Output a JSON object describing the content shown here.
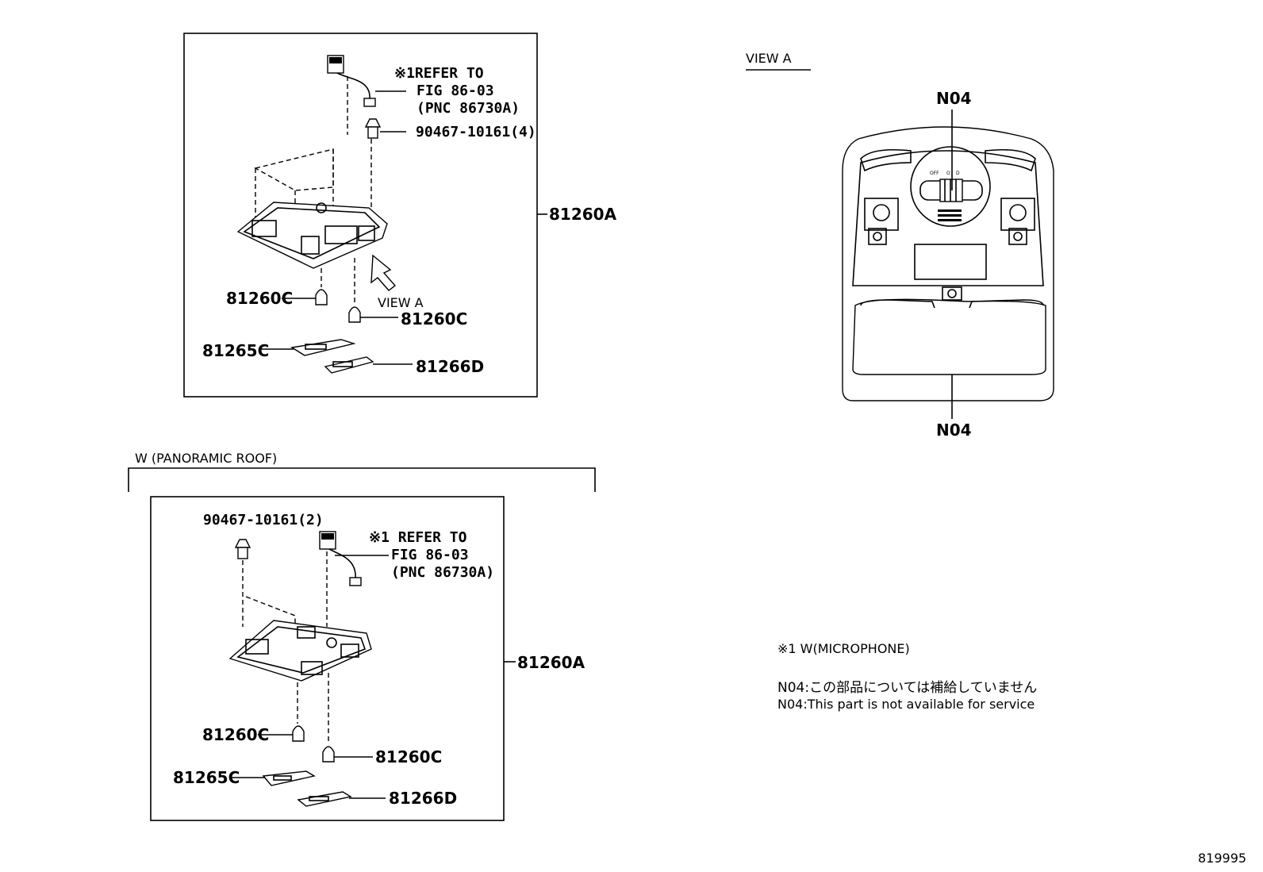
{
  "top_diagram": {
    "refer_note": [
      "※1REFER TO",
      "FIG 86-03",
      "(PNC 86730A)"
    ],
    "clip_part": "90467-10161(4)",
    "assembly_part": "81260A",
    "bulb_left": "81260C",
    "bulb_right": "81260C",
    "lens_left": "81265C",
    "lens_right": "81266D",
    "view_label": "VIEW A"
  },
  "panoramic_section": {
    "title": "W (PANORAMIC ROOF)",
    "clip_part": "90467-10161(2)",
    "refer_note": [
      "※1 REFER TO",
      "FIG 86-03",
      "(PNC 86730A)"
    ],
    "assembly_part": "81260A",
    "bulb_left": "81260C",
    "bulb_right": "81260C",
    "lens_left": "81265C",
    "lens_right": "81266D"
  },
  "view_a": {
    "title": "VIEW A",
    "label_top": "N04",
    "label_bottom": "N04"
  },
  "notes": {
    "microphone": "※1 W(MICROPHONE)",
    "n04_jp": "N04:この部品については補給していません",
    "n04_en": "N04:This part is not available for service"
  },
  "figure_number": "819995"
}
